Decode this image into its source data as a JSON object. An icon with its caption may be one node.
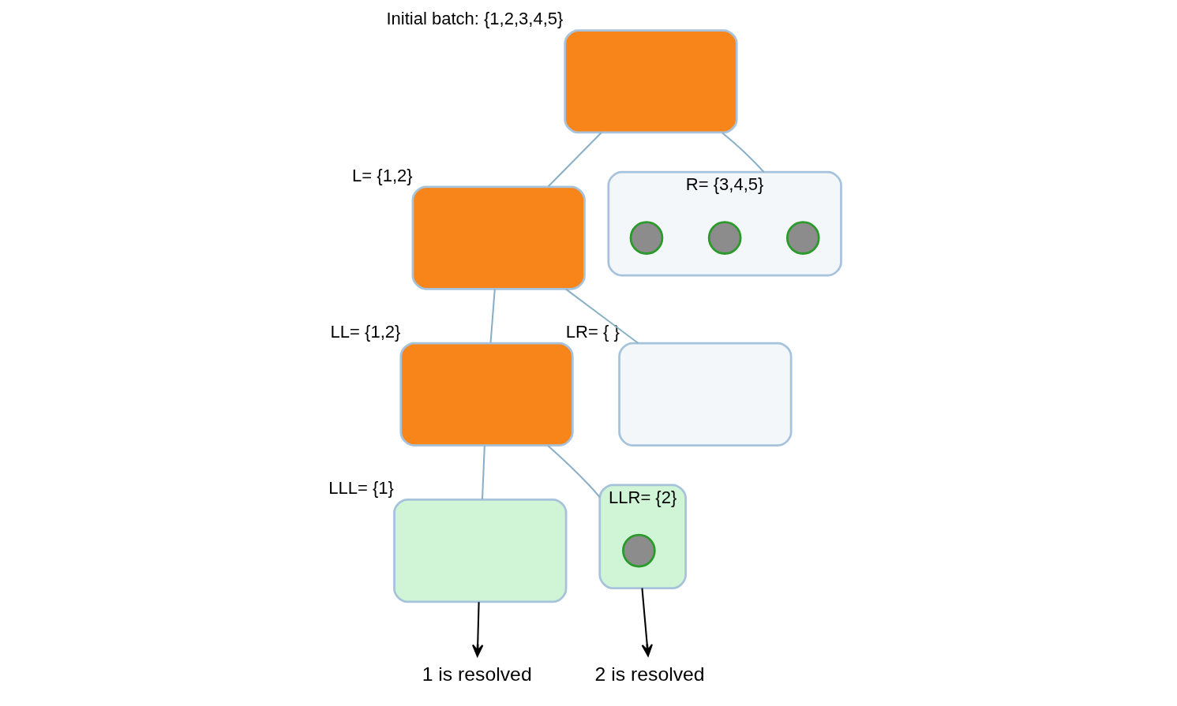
{
  "diagram": {
    "nodes": [
      {
        "text": [],
        "shape": "box",
        "beside": [
          "Initial batch: {1,2,3,4,5}"
        ]
      },
      {
        "text": [],
        "shape": "box",
        "beside": [
          "L= {1,2}"
        ]
      },
      {
        "text": [],
        "shape": "box",
        "beside": [
          "R= {3,4,5}"
        ]
      },
      {
        "text": [],
        "shape": "circle",
        "in": 2
      },
      {
        "text": [],
        "shape": "circle",
        "in": 2
      },
      {
        "text": [],
        "shape": "circle",
        "in": 2
      },
      {
        "text": [],
        "shape": "box",
        "beside": [
          "LL= {1,2}"
        ]
      },
      {
        "text": [],
        "shape": "box",
        "beside": [
          "LR= { }"
        ]
      },
      {
        "text": [],
        "shape": "box",
        "beside": [
          "LLL= {1}"
        ]
      },
      {
        "text": [],
        "shape": "box",
        "beside": [
          "LLR= {2}"
        ]
      },
      {
        "text": [],
        "shape": "circle",
        "in": 9
      },
      {
        "text": [
          "1 is resolved"
        ]
      },
      {
        "text": [
          "2 is resolved"
        ]
      }
    ],
    "edges": [
      {
        "from": 0,
        "to": 1,
        "arrow": "none"
      },
      {
        "from": 0,
        "to": 2,
        "arrow": "none"
      },
      {
        "from": 1,
        "to": 6,
        "arrow": "none"
      },
      {
        "from": 1,
        "to": 7,
        "arrow": "none"
      },
      {
        "from": 6,
        "to": 8,
        "arrow": "none"
      },
      {
        "from": 6,
        "to": 9,
        "arrow": "none"
      },
      {
        "from": 8,
        "to": 11,
        "arrow": "to",
        "color": "#000000"
      },
      {
        "from": 9,
        "to": 12,
        "arrow": "to",
        "color": "#000000"
      }
    ]
  }
}
